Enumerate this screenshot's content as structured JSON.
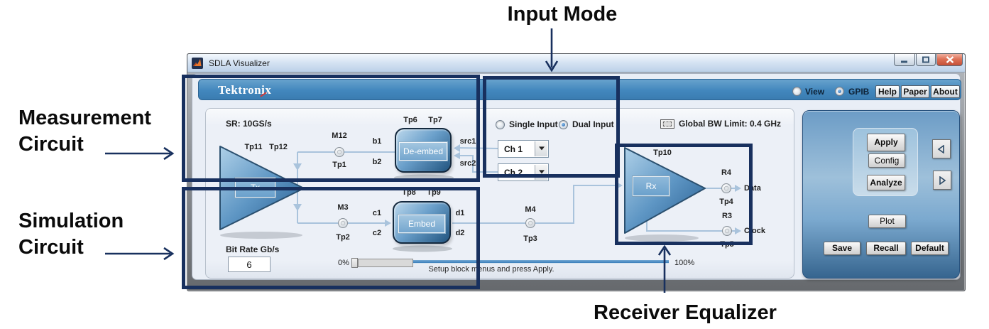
{
  "annotations": {
    "input_mode": "Input Mode",
    "measurement_line1": "Measurement",
    "measurement_line2": "Circuit",
    "simulation_line1": "Simulation",
    "simulation_line2": "Circuit",
    "receiver": "Receiver Equalizer"
  },
  "window": {
    "title": "SDLA Visualizer"
  },
  "header": {
    "brand": "Tektronix",
    "view_label": "View",
    "gpib_label": "GPIB",
    "help": "Help",
    "paper": "Paper",
    "about": "About"
  },
  "circuit": {
    "sr_label": "SR: 10GS/s",
    "bw_label": "Global BW Limit: 0.4 GHz",
    "single_input": "Single Input",
    "dual_input": "Dual Input",
    "ch1": "Ch 1",
    "ch2": "Ch 2",
    "bit_rate_label": "Bit Rate Gb/s",
    "bit_rate_value": "6",
    "progress_min": "0%",
    "progress_max": "100%",
    "status": "Setup block menus and press Apply.",
    "blocks": {
      "tx": "Tx",
      "rx": "Rx",
      "deembed": "De-embed",
      "embed": "Embed"
    },
    "labels": {
      "tp11": "Tp11",
      "tp12": "Tp12",
      "m12": "M12",
      "tp1": "Tp1",
      "b1": "b1",
      "b2": "b2",
      "tp6": "Tp6",
      "tp7": "Tp7",
      "src1": "src1",
      "src2": "src2",
      "m3": "M3",
      "tp2": "Tp2",
      "c1": "c1",
      "c2": "c2",
      "tp8": "Tp8",
      "tp9": "Tp9",
      "d1": "d1",
      "d2": "d2",
      "m4": "M4",
      "tp3": "Tp3",
      "tp10": "Tp10",
      "r4": "R4",
      "tp4": "Tp4",
      "data": "Data",
      "r3": "R3",
      "tp5": "Tp5",
      "clock": "Clock"
    }
  },
  "control_panel": {
    "apply": "Apply",
    "config": "Config",
    "analyze": "Analyze",
    "plot": "Plot",
    "save": "Save",
    "recall": "Recall",
    "default_btn": "Default"
  },
  "colors": {
    "accent_navy": "#18305e",
    "header_blue": "#4287bd",
    "close_red": "#c44f37",
    "wire_blue": "#a9c3dc"
  }
}
